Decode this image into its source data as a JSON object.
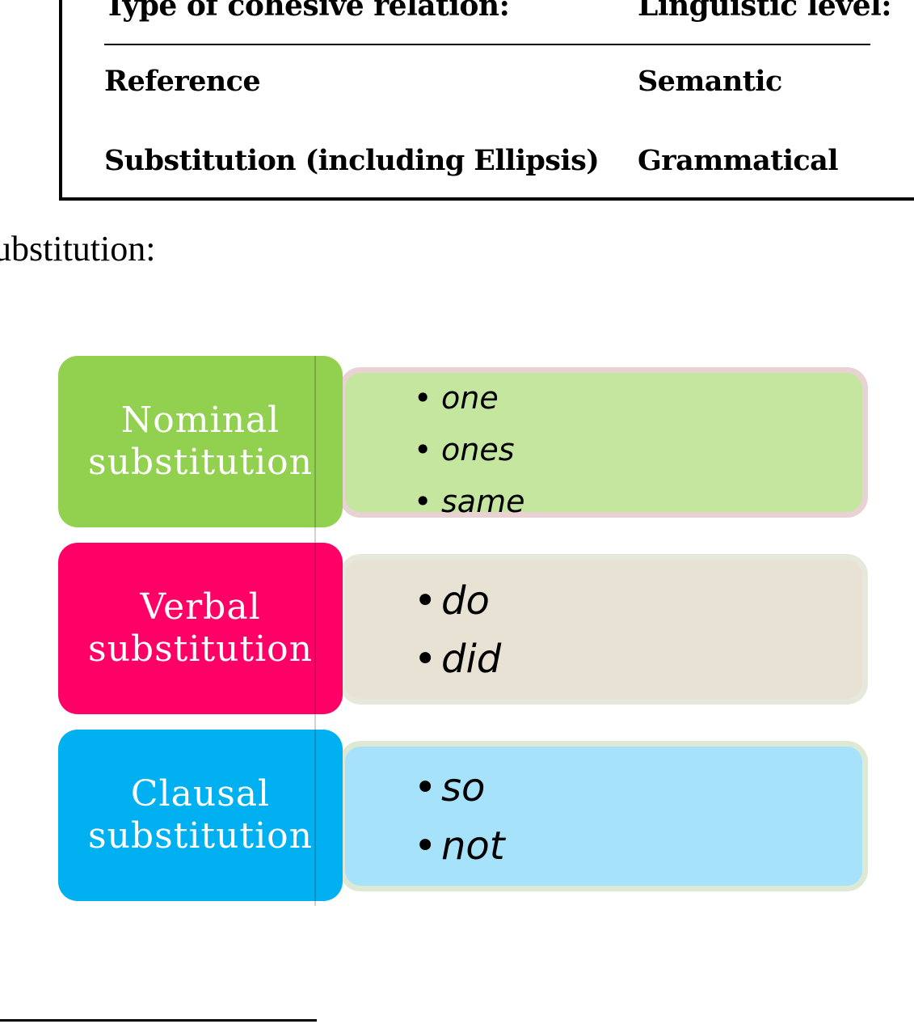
{
  "table": {
    "headers": [
      "Type of cohesive relation:",
      "Linguistic level:"
    ],
    "rows": [
      [
        "Reference",
        "Semantic"
      ],
      [
        "Substitution (including Ellipsis)",
        "Grammatical"
      ]
    ]
  },
  "heading": "ubstitution:",
  "diagram": {
    "rows": [
      {
        "label_lines": [
          "Nominal",
          "substitution"
        ],
        "items": [
          "one",
          "ones",
          "same"
        ],
        "colors": {
          "label": "#92d050",
          "panel": "#c5e69f"
        }
      },
      {
        "label_lines": [
          "Verbal",
          "substitution"
        ],
        "items": [
          "do",
          "did"
        ],
        "colors": {
          "label": "#ff0066",
          "panel": "#e8e2d4"
        }
      },
      {
        "label_lines": [
          "Clausal",
          "substitution"
        ],
        "items": [
          "so",
          "not"
        ],
        "colors": {
          "label": "#00b0f0",
          "panel": "#a6e2fa"
        }
      }
    ]
  }
}
